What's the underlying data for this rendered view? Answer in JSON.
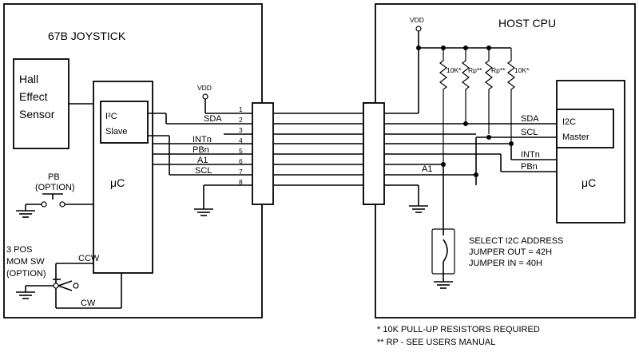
{
  "joystick": {
    "title": "67B JOYSTICK",
    "sensor": [
      "Hall",
      "Effect",
      "Sensor"
    ],
    "i2c_slave": [
      "I²C",
      "Slave"
    ],
    "uc": "μC",
    "vdd": "VDD",
    "pb_option": [
      "PB",
      "(OPTION)"
    ],
    "switch_option": [
      "3 POS",
      "MOM SW",
      "(OPTION)"
    ],
    "ccw": "CCW",
    "cw": "CW",
    "signals": [
      "SDA",
      "INTn",
      "PBn",
      "A1",
      "SCL"
    ]
  },
  "connector": {
    "pins": [
      "1",
      "2",
      "3",
      "4",
      "5",
      "6",
      "7",
      "8"
    ]
  },
  "host": {
    "title": "HOST CPU",
    "vdd": "VDD",
    "resistors": [
      "10K*",
      "Rp**",
      "Rp**",
      "10K*"
    ],
    "i2c_master": [
      "I2C",
      "Master"
    ],
    "uc": "μC",
    "signals": [
      "SDA",
      "SCL",
      "INTn",
      "PBn",
      "A1"
    ],
    "address_note": [
      "SELECT I2C ADDRESS",
      "JUMPER OUT = 42H",
      "JUMPER IN = 40H"
    ]
  },
  "footnotes": [
    "* 10K PULL-UP RESISTORS REQUIRED",
    "** RP - SEE USERS MANUAL"
  ]
}
